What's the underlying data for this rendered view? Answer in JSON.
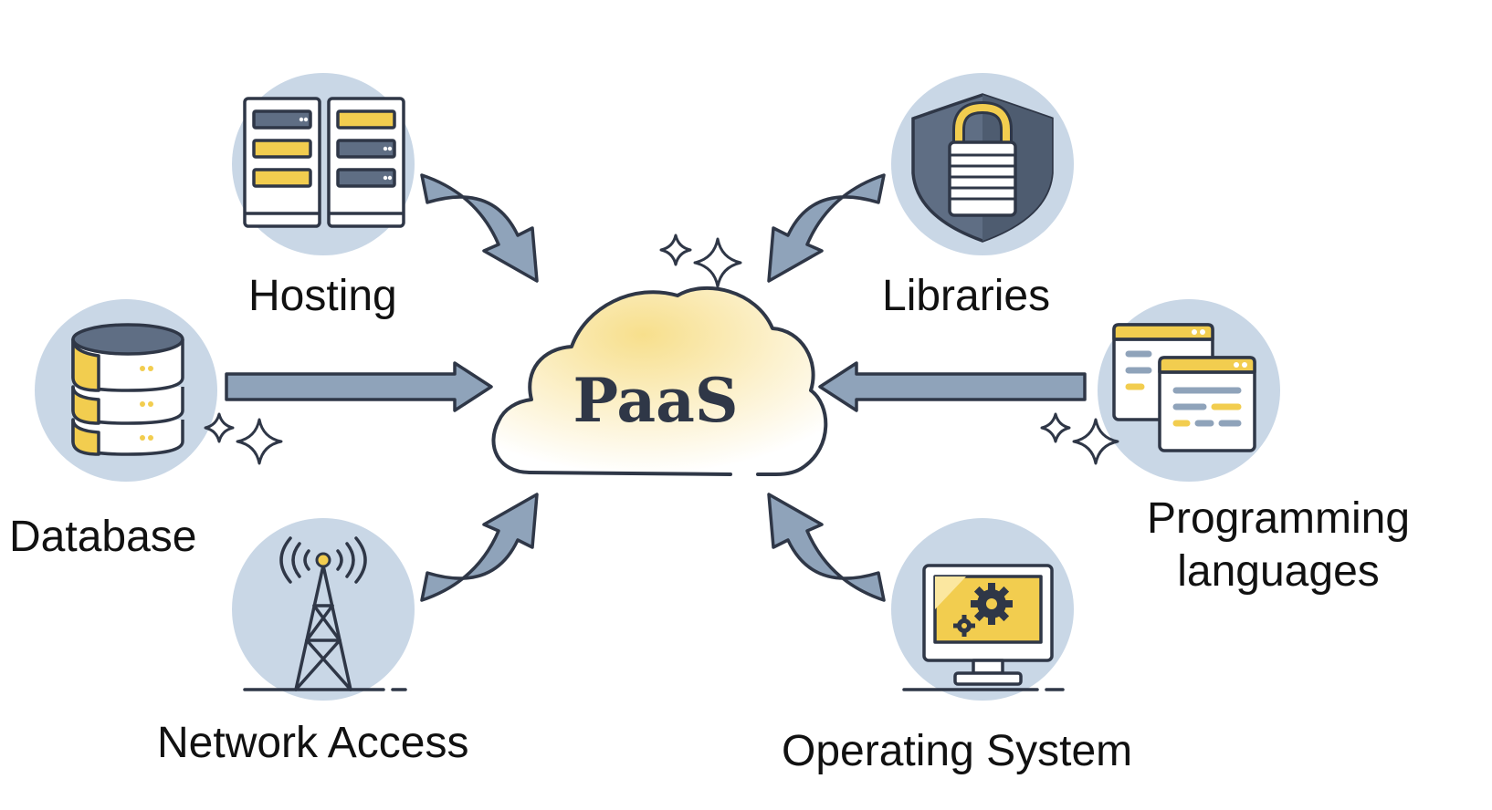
{
  "center": {
    "label": "PaaS"
  },
  "nodes": {
    "hosting": {
      "label": "Hosting",
      "icon": "server-rack-icon"
    },
    "libraries": {
      "label": "Libraries",
      "icon": "padlock-shield-icon"
    },
    "database": {
      "label": "Database",
      "icon": "database-icon"
    },
    "programming": {
      "label_line1": "Programming",
      "label_line2": "languages",
      "icon": "code-window-icon"
    },
    "network": {
      "label": "Network Access",
      "icon": "antenna-tower-icon"
    },
    "os": {
      "label": "Operating System",
      "icon": "monitor-gear-icon"
    }
  },
  "colors": {
    "circle_bg": "#c9d7e6",
    "arrow_fill": "#8fa3ba",
    "outline": "#2f3747",
    "accent_yellow": "#f2cd4f",
    "cloud_fill": "#fbefc2"
  }
}
